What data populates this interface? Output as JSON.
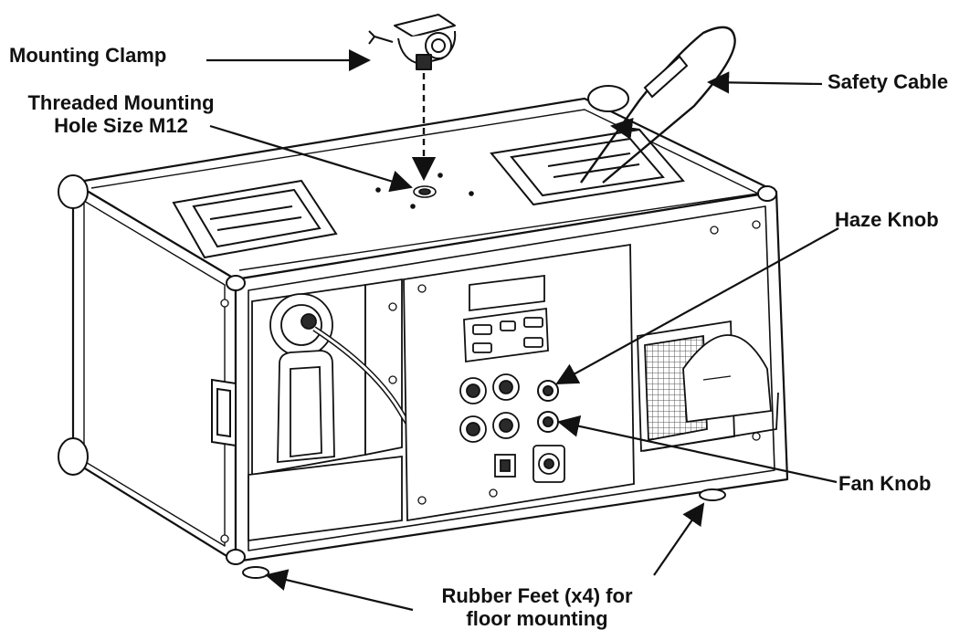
{
  "labels": {
    "mounting_clamp": "Mounting Clamp",
    "threaded_hole_line1": "Threaded Mounting",
    "threaded_hole_line2": "Hole Size M12",
    "safety_cable": "Safety Cable",
    "haze_knob": "Haze Knob",
    "fan_knob": "Fan Knob",
    "rubber_feet_line1": "Rubber Feet (x4) for",
    "rubber_feet_line2": "floor mounting"
  },
  "colors": {
    "line": "#111111",
    "panel_fill": "#ffffff",
    "dark_fill": "#2a2a2a",
    "mesh": "#555555"
  },
  "icons": {
    "clamp": "mounting-clamp-icon",
    "cable": "safety-cable-icon"
  }
}
